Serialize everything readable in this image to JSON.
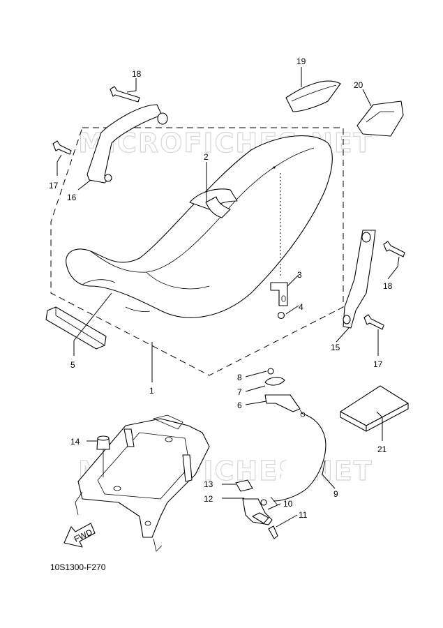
{
  "watermarks": [
    "MICROFICHES.NET",
    "MICROFICHES.NET"
  ],
  "diagram_code": "10S1300-F270",
  "fwd_label": "FWD",
  "callouts": {
    "c1": "1",
    "c2": "2",
    "c3": "3",
    "c4": "4",
    "c5": "5",
    "c6": "6",
    "c7": "7",
    "c8": "8",
    "c9": "9",
    "c10": "10",
    "c11": "11",
    "c12": "12",
    "c13": "13",
    "c14": "14",
    "c15": "15",
    "c16": "16",
    "c17a": "17",
    "c17b": "17",
    "c18a": "18",
    "c18b": "18",
    "c19": "19",
    "c20": "20",
    "c21": "21"
  }
}
